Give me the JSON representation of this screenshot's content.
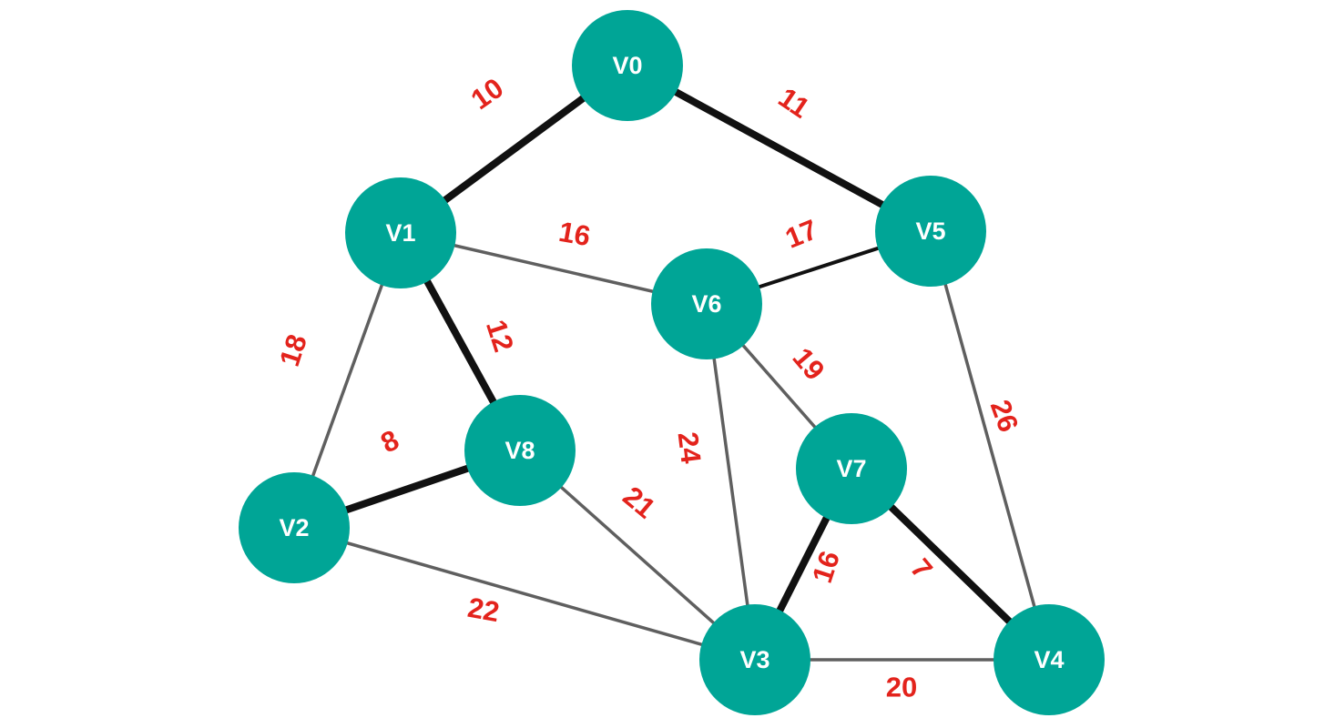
{
  "graph": {
    "colors": {
      "node_fill": "#00a596",
      "node_text": "#ffffff",
      "edge_normal": "#5f5f5f",
      "edge_tree": "#111111",
      "weight_text": "#e3231c"
    },
    "nodes": [
      {
        "id": "V0",
        "label": "V0"
      },
      {
        "id": "V1",
        "label": "V1"
      },
      {
        "id": "V2",
        "label": "V2"
      },
      {
        "id": "V3",
        "label": "V3"
      },
      {
        "id": "V4",
        "label": "V4"
      },
      {
        "id": "V5",
        "label": "V5"
      },
      {
        "id": "V6",
        "label": "V6"
      },
      {
        "id": "V7",
        "label": "V7"
      },
      {
        "id": "V8",
        "label": "V8"
      }
    ],
    "edges": [
      {
        "from": "V0",
        "to": "V1",
        "weight": "10",
        "highlighted": true
      },
      {
        "from": "V0",
        "to": "V5",
        "weight": "11",
        "highlighted": true
      },
      {
        "from": "V1",
        "to": "V6",
        "weight": "16",
        "highlighted": false
      },
      {
        "from": "V1",
        "to": "V8",
        "weight": "12",
        "highlighted": true
      },
      {
        "from": "V1",
        "to": "V2",
        "weight": "18",
        "highlighted": false
      },
      {
        "from": "V5",
        "to": "V6",
        "weight": "17",
        "highlighted": true
      },
      {
        "from": "V5",
        "to": "V4",
        "weight": "26",
        "highlighted": false
      },
      {
        "from": "V6",
        "to": "V7",
        "weight": "19",
        "highlighted": false
      },
      {
        "from": "V6",
        "to": "V3",
        "weight": "24",
        "highlighted": false
      },
      {
        "from": "V8",
        "to": "V2",
        "weight": "8",
        "highlighted": true
      },
      {
        "from": "V8",
        "to": "V3",
        "weight": "21",
        "highlighted": false
      },
      {
        "from": "V2",
        "to": "V3",
        "weight": "22",
        "highlighted": false
      },
      {
        "from": "V7",
        "to": "V3",
        "weight": "16",
        "highlighted": true
      },
      {
        "from": "V7",
        "to": "V4",
        "weight": "7",
        "highlighted": true
      },
      {
        "from": "V3",
        "to": "V4",
        "weight": "20",
        "highlighted": false
      }
    ]
  }
}
